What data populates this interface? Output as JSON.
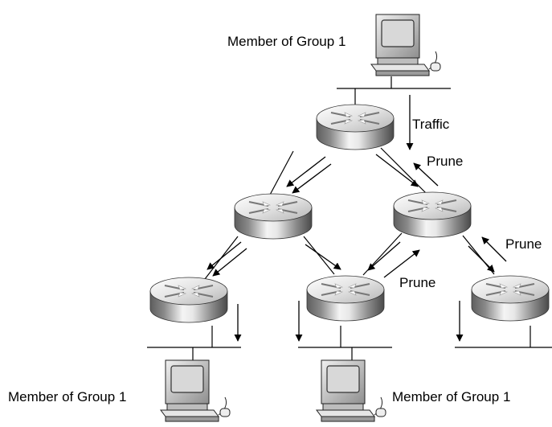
{
  "labels": {
    "member_top": "Member of Group 1",
    "member_bottom_left": "Member of Group 1",
    "member_bottom_right": "Member of Group 1",
    "traffic": "Traffic",
    "prune_top": "Prune",
    "prune_right": "Prune",
    "prune_middle": "Prune"
  },
  "icons": {
    "workstation": "workstation-icon",
    "router": "router-icon"
  },
  "colors": {
    "line": "#000000",
    "router_body_dark": "#6e6e6e",
    "router_body_light": "#f2f2f2",
    "screen": "#d6d6d6"
  }
}
